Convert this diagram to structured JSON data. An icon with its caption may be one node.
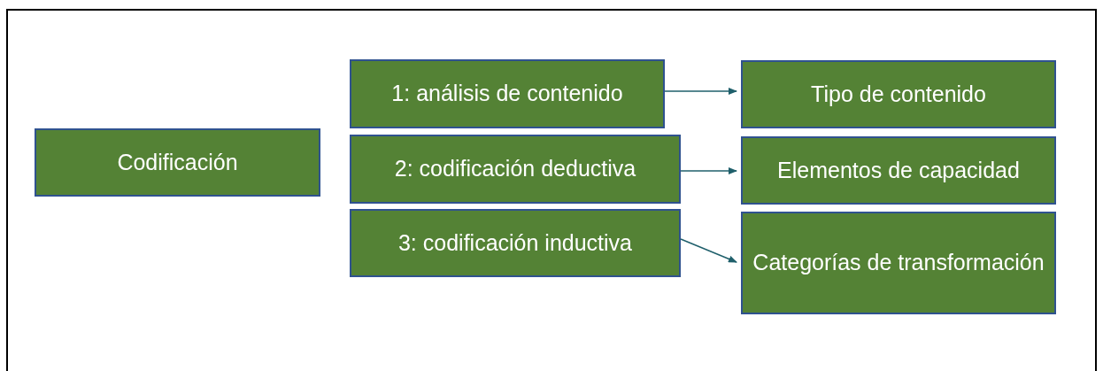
{
  "diagram": {
    "nodes": [
      {
        "text": [
          "Codificación"
        ]
      },
      {
        "text": [
          "1: análisis de contenido"
        ]
      },
      {
        "text": [
          "2: codificación deductiva"
        ]
      },
      {
        "text": [
          "3: codificación inductiva"
        ]
      },
      {
        "text": [
          "Tipo de contenido"
        ]
      },
      {
        "text": [
          "Elementos de capacidad"
        ]
      },
      {
        "text": [
          "Categorías de transformación"
        ]
      }
    ],
    "edges": [
      {
        "from": 1,
        "to": 4,
        "arrow": "to"
      },
      {
        "from": 2,
        "to": 5,
        "arrow": "to"
      },
      {
        "from": 3,
        "to": 6,
        "arrow": "to"
      }
    ]
  }
}
